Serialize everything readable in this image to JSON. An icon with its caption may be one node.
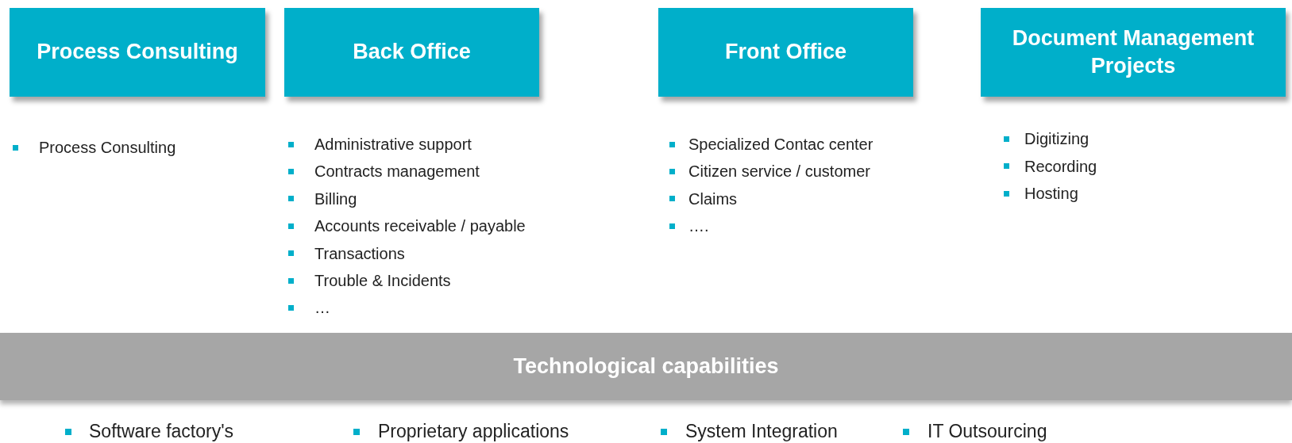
{
  "diagram": {
    "nodes": [
      {
        "text": [
          "Process Consulting"
        ]
      },
      {
        "text": [
          "Back Office"
        ]
      },
      {
        "text": [
          "Front Office"
        ]
      },
      {
        "text": [
          "Document Management Projects"
        ]
      },
      {
        "text": [
          "Technological capabilities"
        ]
      }
    ],
    "labels": [
      "Process Consulting",
      "Administrative support",
      "Contracts management",
      "Billing",
      "Accounts receivable / payable",
      "Transactions",
      "Trouble & Incidents",
      "…",
      "Specialized Contac center",
      "Citizen service / customer",
      "Claims",
      "….",
      "Digitizing",
      "Recording",
      "Hosting",
      "Software factory's",
      "Proprietary applications",
      "System Integration",
      "IT Outsourcing"
    ]
  }
}
